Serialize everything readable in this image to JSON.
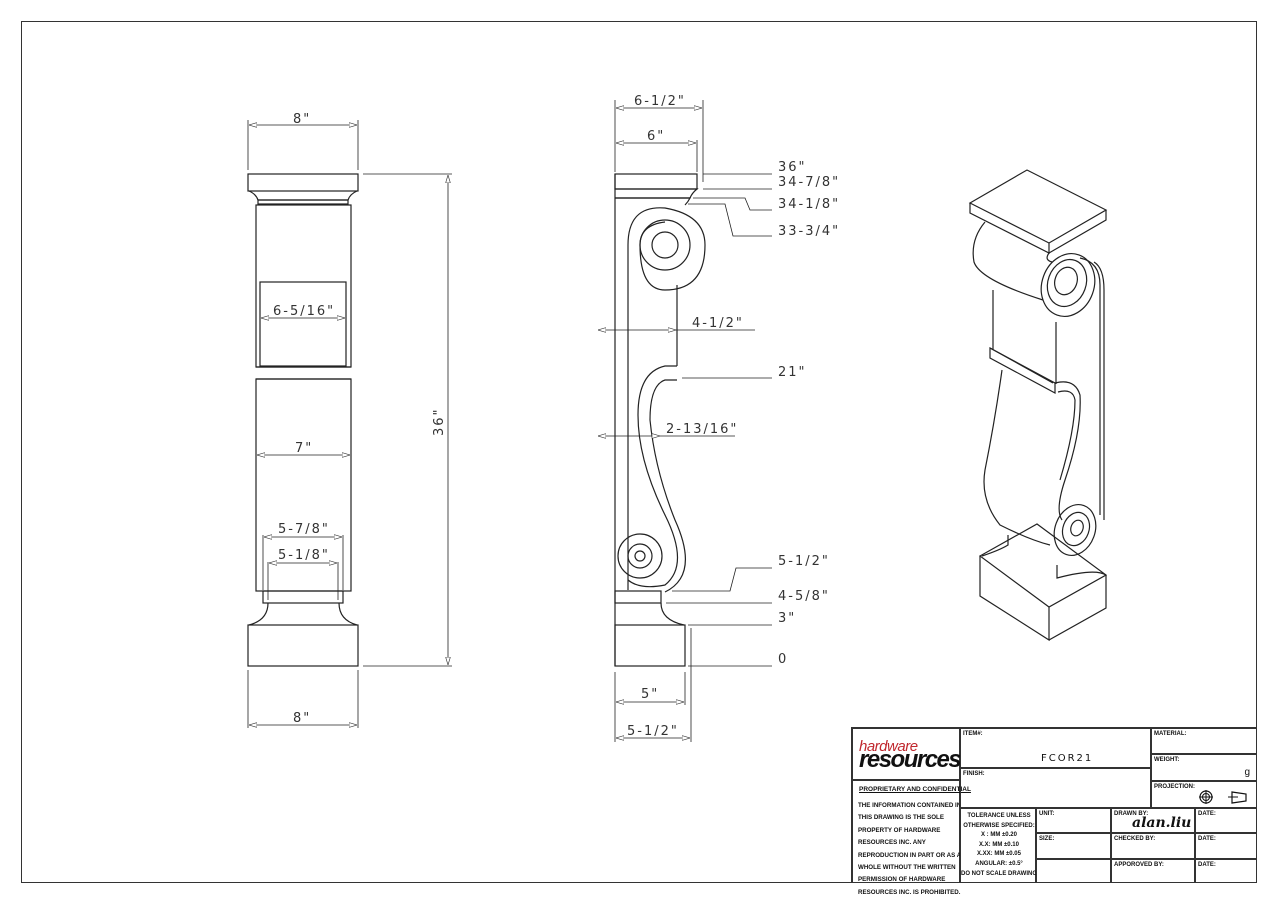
{
  "drawing": {
    "front_view": {
      "dimensions": {
        "top_width": "8\"",
        "inner_width_upper": "6-5/16\"",
        "body_width": "7\"",
        "base_neck_outer": "5-7/8\"",
        "base_neck_inner": "5-1/8\"",
        "bottom_width": "8\"",
        "overall_height": "36\""
      }
    },
    "side_view": {
      "dimensions": {
        "top_depth_outer": "6-1/2\"",
        "top_depth_inner": "6\"",
        "scroll_depth_upper": "4-1/2\"",
        "scroll_depth_lower": "2-13/16\"",
        "base_depth_inner": "5\"",
        "base_depth_outer": "5-1/2\""
      },
      "elevations": [
        "36\"",
        "34-7/8\"",
        "34-1/8\"",
        "33-3/4\"",
        "21\"",
        "5-1/2\"",
        "4-5/8\"",
        "3\"",
        "0"
      ]
    },
    "iso_view": {
      "label": "isometric-view"
    }
  },
  "title_block": {
    "logo": {
      "line1": "hardware",
      "line2": "resources",
      "accent_color": "#c0272d"
    },
    "proprietary_title": "PROPRIETARY AND CONFIDENTIAL",
    "proprietary_text": "THE INFORMATION CONTAINED IN THIS DRAWING IS THE SOLE PROPERTY OF HARDWARE RESOURCES INC.  ANY REPRODUCTION IN PART OR AS A WHOLE  WITHOUT THE WRITTEN PERMISSION OF HARDWARE RESOURCES INC. IS PROHIBITED.",
    "item_label": "ITEM#:",
    "item_value": "FCOR21",
    "finish_label": "FINISH:",
    "finish_value": "",
    "material_label": "MATERIAL:",
    "material_value": "",
    "weight_label": "WEIGHT:",
    "weight_value": "g",
    "projection_label": "PROJECTION:",
    "tolerance": {
      "line1": "TOLERANCE UNLESS",
      "line2": "OTHERWISE SPECIFIED:",
      "line3": "X  :  MM   ±0.20",
      "line4": "X.X:  MM   ±0.10",
      "line5": "X.XX:  MM   ±0.05",
      "line6": "ANGULAR:    ±0.5°",
      "line7": "DO NOT SCALE DRAWING"
    },
    "unit_label": "UNIT:",
    "size_label": "SIZE:",
    "drawn_by_label": "DRAWN BY:",
    "drawn_by_value": "alan.liu",
    "checked_by_label": "CHECKED BY:",
    "approved_by_label": "APPOROVED BY:",
    "date_label_1": "DATE:",
    "date_label_2": "DATE:",
    "date_label_3": "DATE:"
  }
}
